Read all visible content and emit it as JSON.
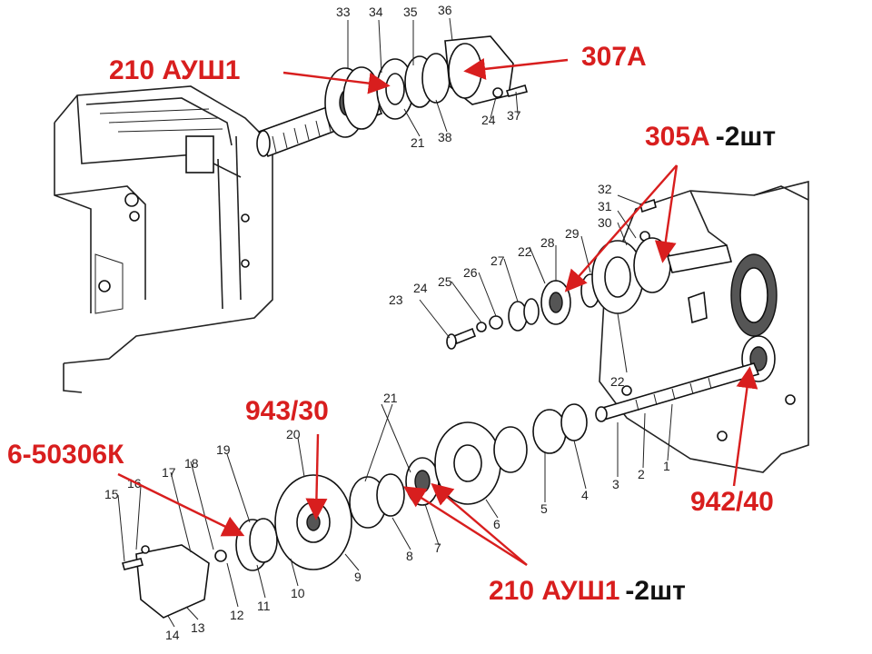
{
  "labels": {
    "top_bearing": "210 АУШ1",
    "top_right": "307А",
    "mid_right_code": "305А",
    "mid_right_qty": "-2шт",
    "center_seal": "943/30",
    "left_seal": "6-50306К",
    "right_seal": "942/40",
    "bottom_code": "210 АУШ1",
    "bottom_qty": "-2шт"
  },
  "part_numbers": {
    "top": [
      "33",
      "34",
      "35",
      "36",
      "24",
      "37",
      "21",
      "38"
    ],
    "middle": [
      "32",
      "31",
      "30",
      "29",
      "28",
      "22",
      "27",
      "26",
      "25",
      "24",
      "23",
      "22"
    ],
    "bottom": [
      "21",
      "20",
      "19",
      "18",
      "17",
      "16",
      "15",
      "14",
      "13",
      "12",
      "11",
      "10",
      "9",
      "8",
      "7",
      "6",
      "5",
      "4",
      "3",
      "2",
      "1"
    ]
  },
  "colors": {
    "annotation": "#d81e1e",
    "ink": "#111111"
  }
}
